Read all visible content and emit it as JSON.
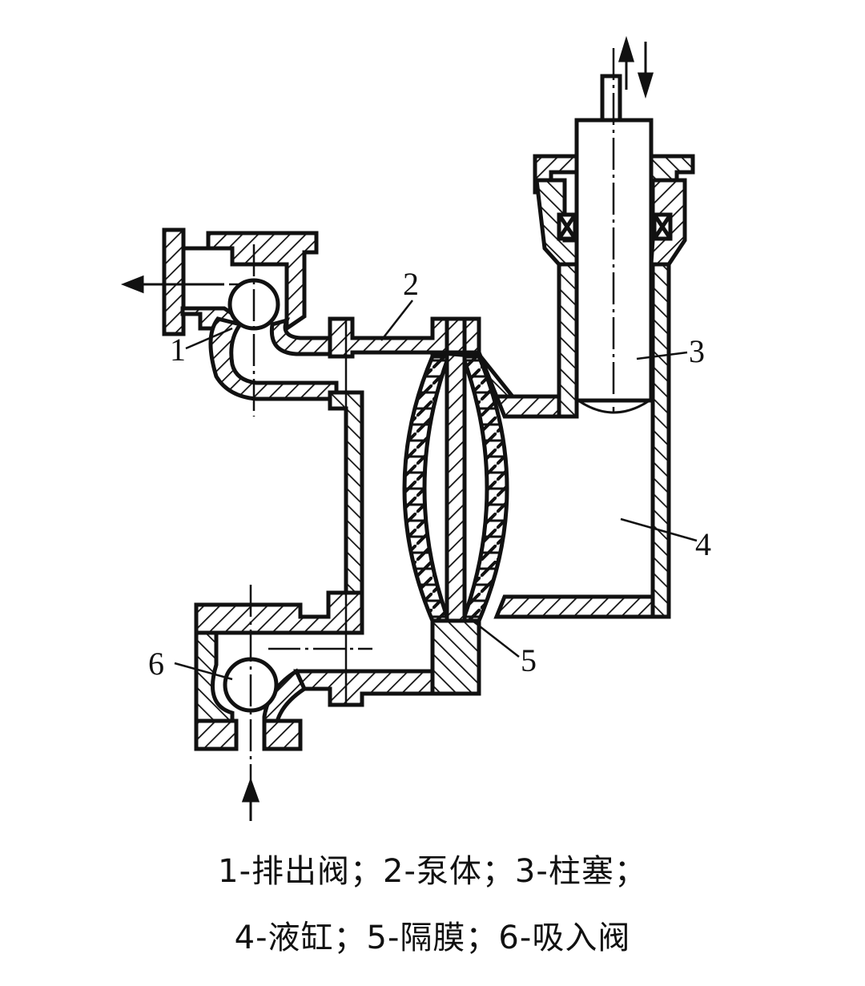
{
  "diagram": {
    "type": "cross-section",
    "subject": "diaphragm pump",
    "colors": {
      "line": "#111111",
      "background": "#ffffff"
    },
    "labels": [
      {
        "num": "1",
        "name": "排出阀"
      },
      {
        "num": "2",
        "name": "泵体"
      },
      {
        "num": "3",
        "name": "柱塞"
      },
      {
        "num": "4",
        "name": "液缸"
      },
      {
        "num": "5",
        "name": "隔膜"
      },
      {
        "num": "6",
        "name": "吸入阀"
      }
    ],
    "arrows": {
      "outlet": "outlet-arrow (left)",
      "inlet": "inlet-arrow (up)",
      "plunger": "reciprocating up/down arrows"
    }
  },
  "caption": {
    "line1": "1-排出阀；2-泵体；3-柱塞；",
    "line2": "4-液缸；5-隔膜；6-吸入阀"
  }
}
